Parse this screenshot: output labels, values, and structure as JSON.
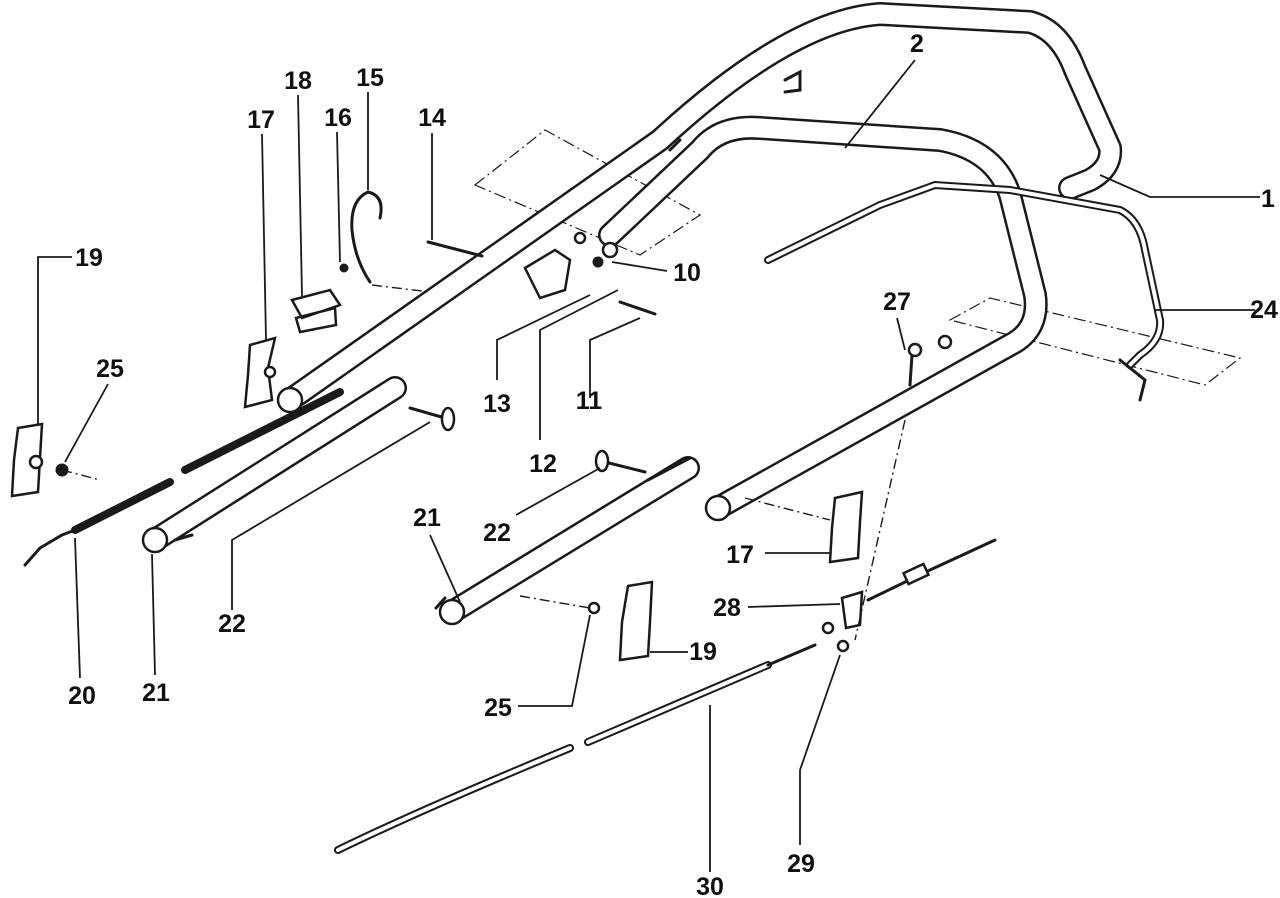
{
  "diagram": {
    "labels": {
      "l1": "1",
      "l2": "2",
      "l10": "10",
      "l11": "11",
      "l12": "12",
      "l13": "13",
      "l14": "14",
      "l15": "15",
      "l16": "16",
      "l17a": "17",
      "l17b": "17",
      "l18": "18",
      "l19a": "19",
      "l19b": "19",
      "l20": "20",
      "l21a": "21",
      "l21b": "21",
      "l22a": "22",
      "l22b": "22",
      "l24": "24",
      "l25a": "25",
      "l25b": "25",
      "l27": "27",
      "l28": "28",
      "l29": "29",
      "l30": "30"
    }
  }
}
